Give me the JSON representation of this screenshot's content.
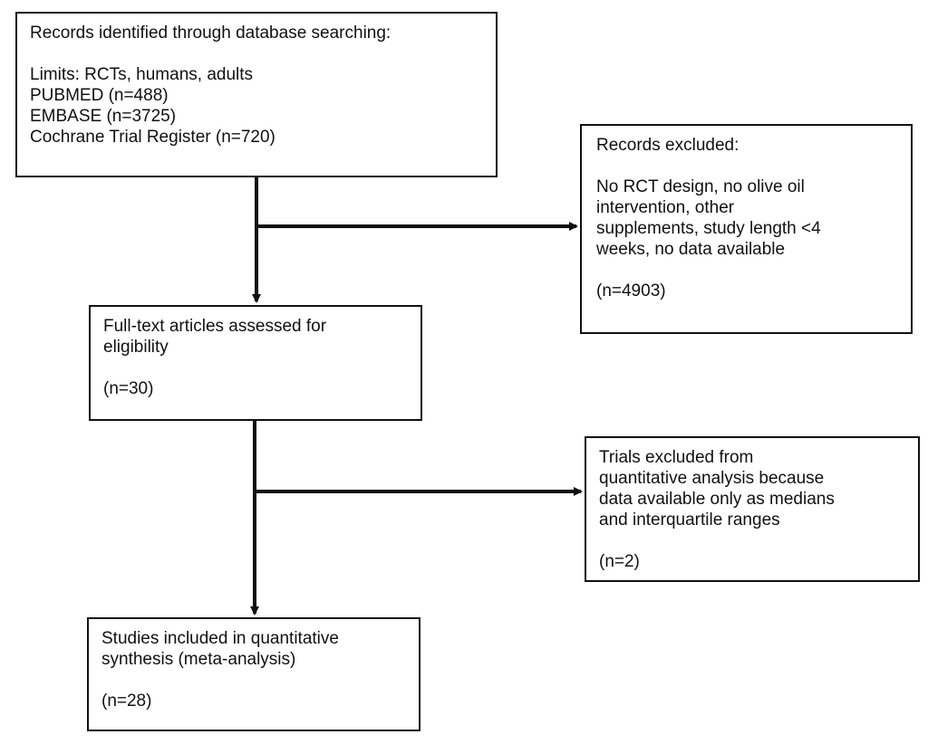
{
  "colors": {
    "line": "#111111",
    "background": "#ffffff"
  },
  "boxes": {
    "records_identified": {
      "lines": [
        "Records identified through database searching:",
        "",
        "Limits: RCTs, humans, adults",
        "PUBMED (n=488)",
        "EMBASE (n=3725)",
        "Cochrane Trial Register (n=720)"
      ]
    },
    "records_excluded": {
      "lines": [
        "Records excluded:",
        "",
        "No RCT design, no olive oil",
        "intervention, other",
        "supplements, study length <4",
        "weeks, no data available",
        "",
        "(n=4903)"
      ]
    },
    "full_text": {
      "lines": [
        "Full-text articles assessed for",
        "eligibility",
        "",
        "(n=30)"
      ]
    },
    "trials_excluded": {
      "lines": [
        "Trials excluded from",
        "quantitative analysis because",
        "data available only as medians",
        "and interquartile ranges",
        "",
        "(n=2)"
      ]
    },
    "studies_included": {
      "lines": [
        "Studies included in quantitative",
        "synthesis (meta-analysis)",
        "",
        "(n=28)"
      ]
    }
  }
}
